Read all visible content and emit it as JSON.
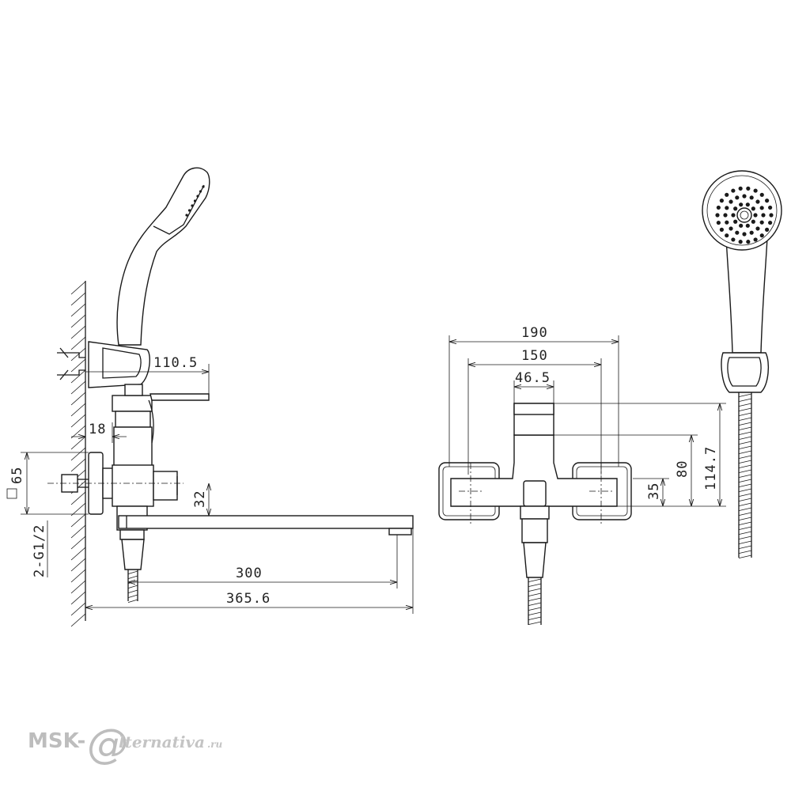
{
  "dimensions": {
    "side": {
      "d110_5": "110.5",
      "d18": "18",
      "d65": "65",
      "d32": "32",
      "thread": "2-G1/2",
      "d300": "300",
      "d365_6": "365.6"
    },
    "front": {
      "d190": "190",
      "d150": "150",
      "d46_5": "46.5",
      "d114_7": "114.7",
      "d80": "80",
      "d35": "35"
    }
  },
  "watermark": {
    "prefix": "MSK-",
    "at": "@",
    "suffix": "lternativa",
    "tld": ".ru"
  }
}
